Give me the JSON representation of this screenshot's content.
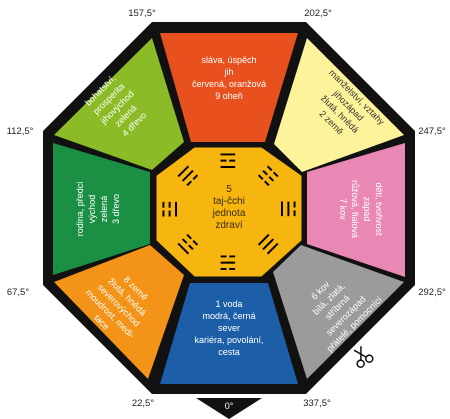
{
  "degrees": {
    "d0": "0°",
    "d22": "22,5°",
    "d67": "67,5°",
    "d112": "112,5°",
    "d157": "157,5°",
    "d202": "202,5°",
    "d247": "247,5°",
    "d292": "292,5°",
    "d337": "337,5°"
  },
  "center": {
    "lines": [
      "5",
      "taj-čchi",
      "jednota",
      "zdraví"
    ],
    "color": "#f6b60f"
  },
  "trigrams": [
    "☰",
    "☱",
    "☲",
    "☳",
    "☴",
    "☵",
    "☶",
    "☷"
  ],
  "segments": {
    "top": {
      "lines": [
        "sláva, úspěch",
        "jih",
        "červená, oranžová",
        "9 oheň"
      ],
      "color": "#e8501e"
    },
    "top_right": {
      "lines": [
        "manželství, vztahy",
        "jihozápad",
        "žlutá, hnědá",
        "2 země"
      ],
      "color": "#fdf39a"
    },
    "right": {
      "lines": [
        "děti, tvořivost",
        "západ",
        "růžová, fialová",
        "7 kov"
      ],
      "color": "#ea88b5"
    },
    "bottom_right": {
      "lines": [
        "6 kov",
        "bílá, zlatá,",
        "stříbrná",
        "severozápad",
        "přátelé, pomocníci"
      ],
      "color": "#9b9b9b"
    },
    "bottom": {
      "lines": [
        "1 voda",
        "modrá, černá",
        "sever",
        "kariéra, povolání,",
        "cesta"
      ],
      "color": "#1c5fa8"
    },
    "bottom_left": {
      "lines": [
        "8 země",
        "žlutá, hnědá",
        "severovýchod",
        "moudrost, medi-",
        "tace"
      ],
      "color": "#f39317"
    },
    "left": {
      "lines": [
        "rodina, předci",
        "východ",
        "zelená",
        "3 dřevo"
      ],
      "color": "#1b8f44"
    },
    "top_left": {
      "lines": [
        "bohatství,",
        "prosperita",
        "jihovýchod",
        "zelená",
        "4 dřevo"
      ],
      "color": "#8bbc27"
    }
  },
  "icons": {
    "scissors": "scissors-icon",
    "pointer": "arrow-down-icon"
  }
}
